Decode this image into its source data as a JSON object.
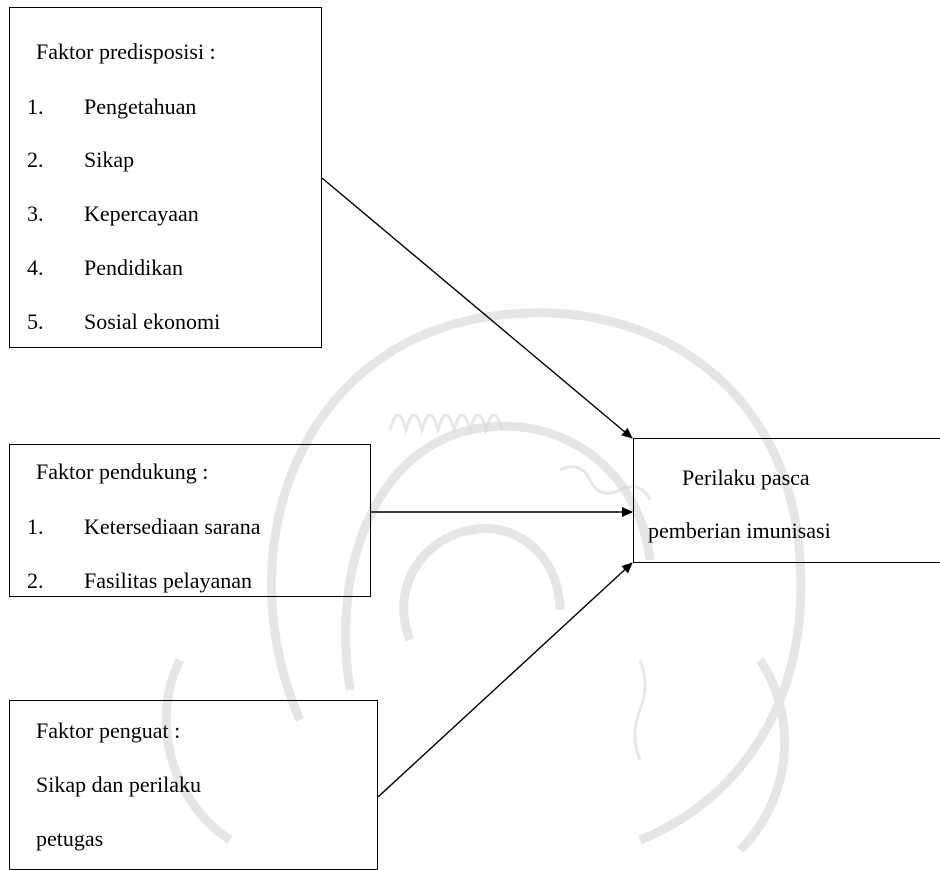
{
  "diagram": {
    "boxes": {
      "predisposisi": {
        "title": "Faktor predisposisi :",
        "items": [
          {
            "num": "1.",
            "text": "Pengetahuan"
          },
          {
            "num": "2.",
            "text": "Sikap"
          },
          {
            "num": "3.",
            "text": "Kepercayaan"
          },
          {
            "num": "4.",
            "text": "Pendidikan"
          },
          {
            "num": "5.",
            "text": "Sosial ekonomi"
          }
        ]
      },
      "pendukung": {
        "title": "Faktor pendukung :",
        "items": [
          {
            "num": "1.",
            "text": "Ketersediaan sarana"
          },
          {
            "num": "2.",
            "text": "Fasilitas pelayanan"
          }
        ]
      },
      "penguat": {
        "lines": [
          "Faktor penguat :",
          "Sikap dan perilaku",
          "petugas"
        ]
      },
      "result": {
        "lines": [
          "Perilaku pasca",
          "pemberian imunisasi"
        ]
      }
    },
    "colors": {
      "line": "#000000",
      "watermark": "#c8c8c8"
    }
  }
}
